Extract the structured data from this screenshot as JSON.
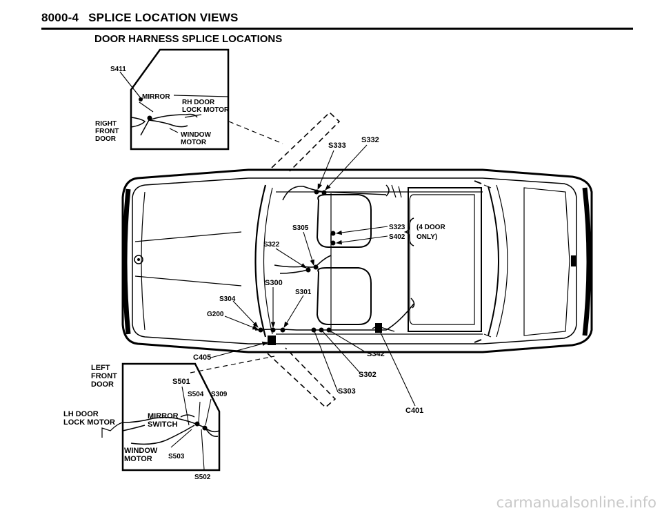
{
  "header": {
    "section_number": "8000-4",
    "section_title": "SPLICE LOCATION VIEWS"
  },
  "subtitle": "DOOR HARNESS SPLICE LOCATIONS",
  "labels": {
    "s411": "S411",
    "mirror_rh": "MIRROR",
    "rh_door_lock_1": "RH DOOR",
    "rh_door_lock_2": "LOCK MOTOR",
    "right_front_door_1": "RIGHT",
    "right_front_door_2": "FRONT",
    "right_front_door_3": "DOOR",
    "window_motor_rh_1": "WINDOW",
    "window_motor_rh_2": "MOTOR",
    "s333": "S333",
    "s332": "S332",
    "s305": "S305",
    "s323": "S323",
    "s402": "S402",
    "four_door_1": "(4 DOOR",
    "four_door_2": "ONLY)",
    "s322": "S322",
    "s300": "S300",
    "s301": "S301",
    "s304": "S304",
    "g200": "G200",
    "c405": "C405",
    "s342": "S342",
    "s302": "S302",
    "s303": "S303",
    "c401": "C401",
    "left_front_door_1": "LEFT",
    "left_front_door_2": "FRONT",
    "left_front_door_3": "DOOR",
    "s501": "S501",
    "s504": "S504",
    "s309": "S309",
    "lh_door_lock_1": "LH DOOR",
    "lh_door_lock_2": "LOCK MOTOR",
    "mirror_switch_1": "MIRROR",
    "mirror_switch_2": "SWITCH",
    "window_motor_lh_1": "WINDOW",
    "window_motor_lh_2": "MOTOR",
    "s503": "S503",
    "s502": "S502"
  },
  "watermark": "carmanualsonline.info"
}
